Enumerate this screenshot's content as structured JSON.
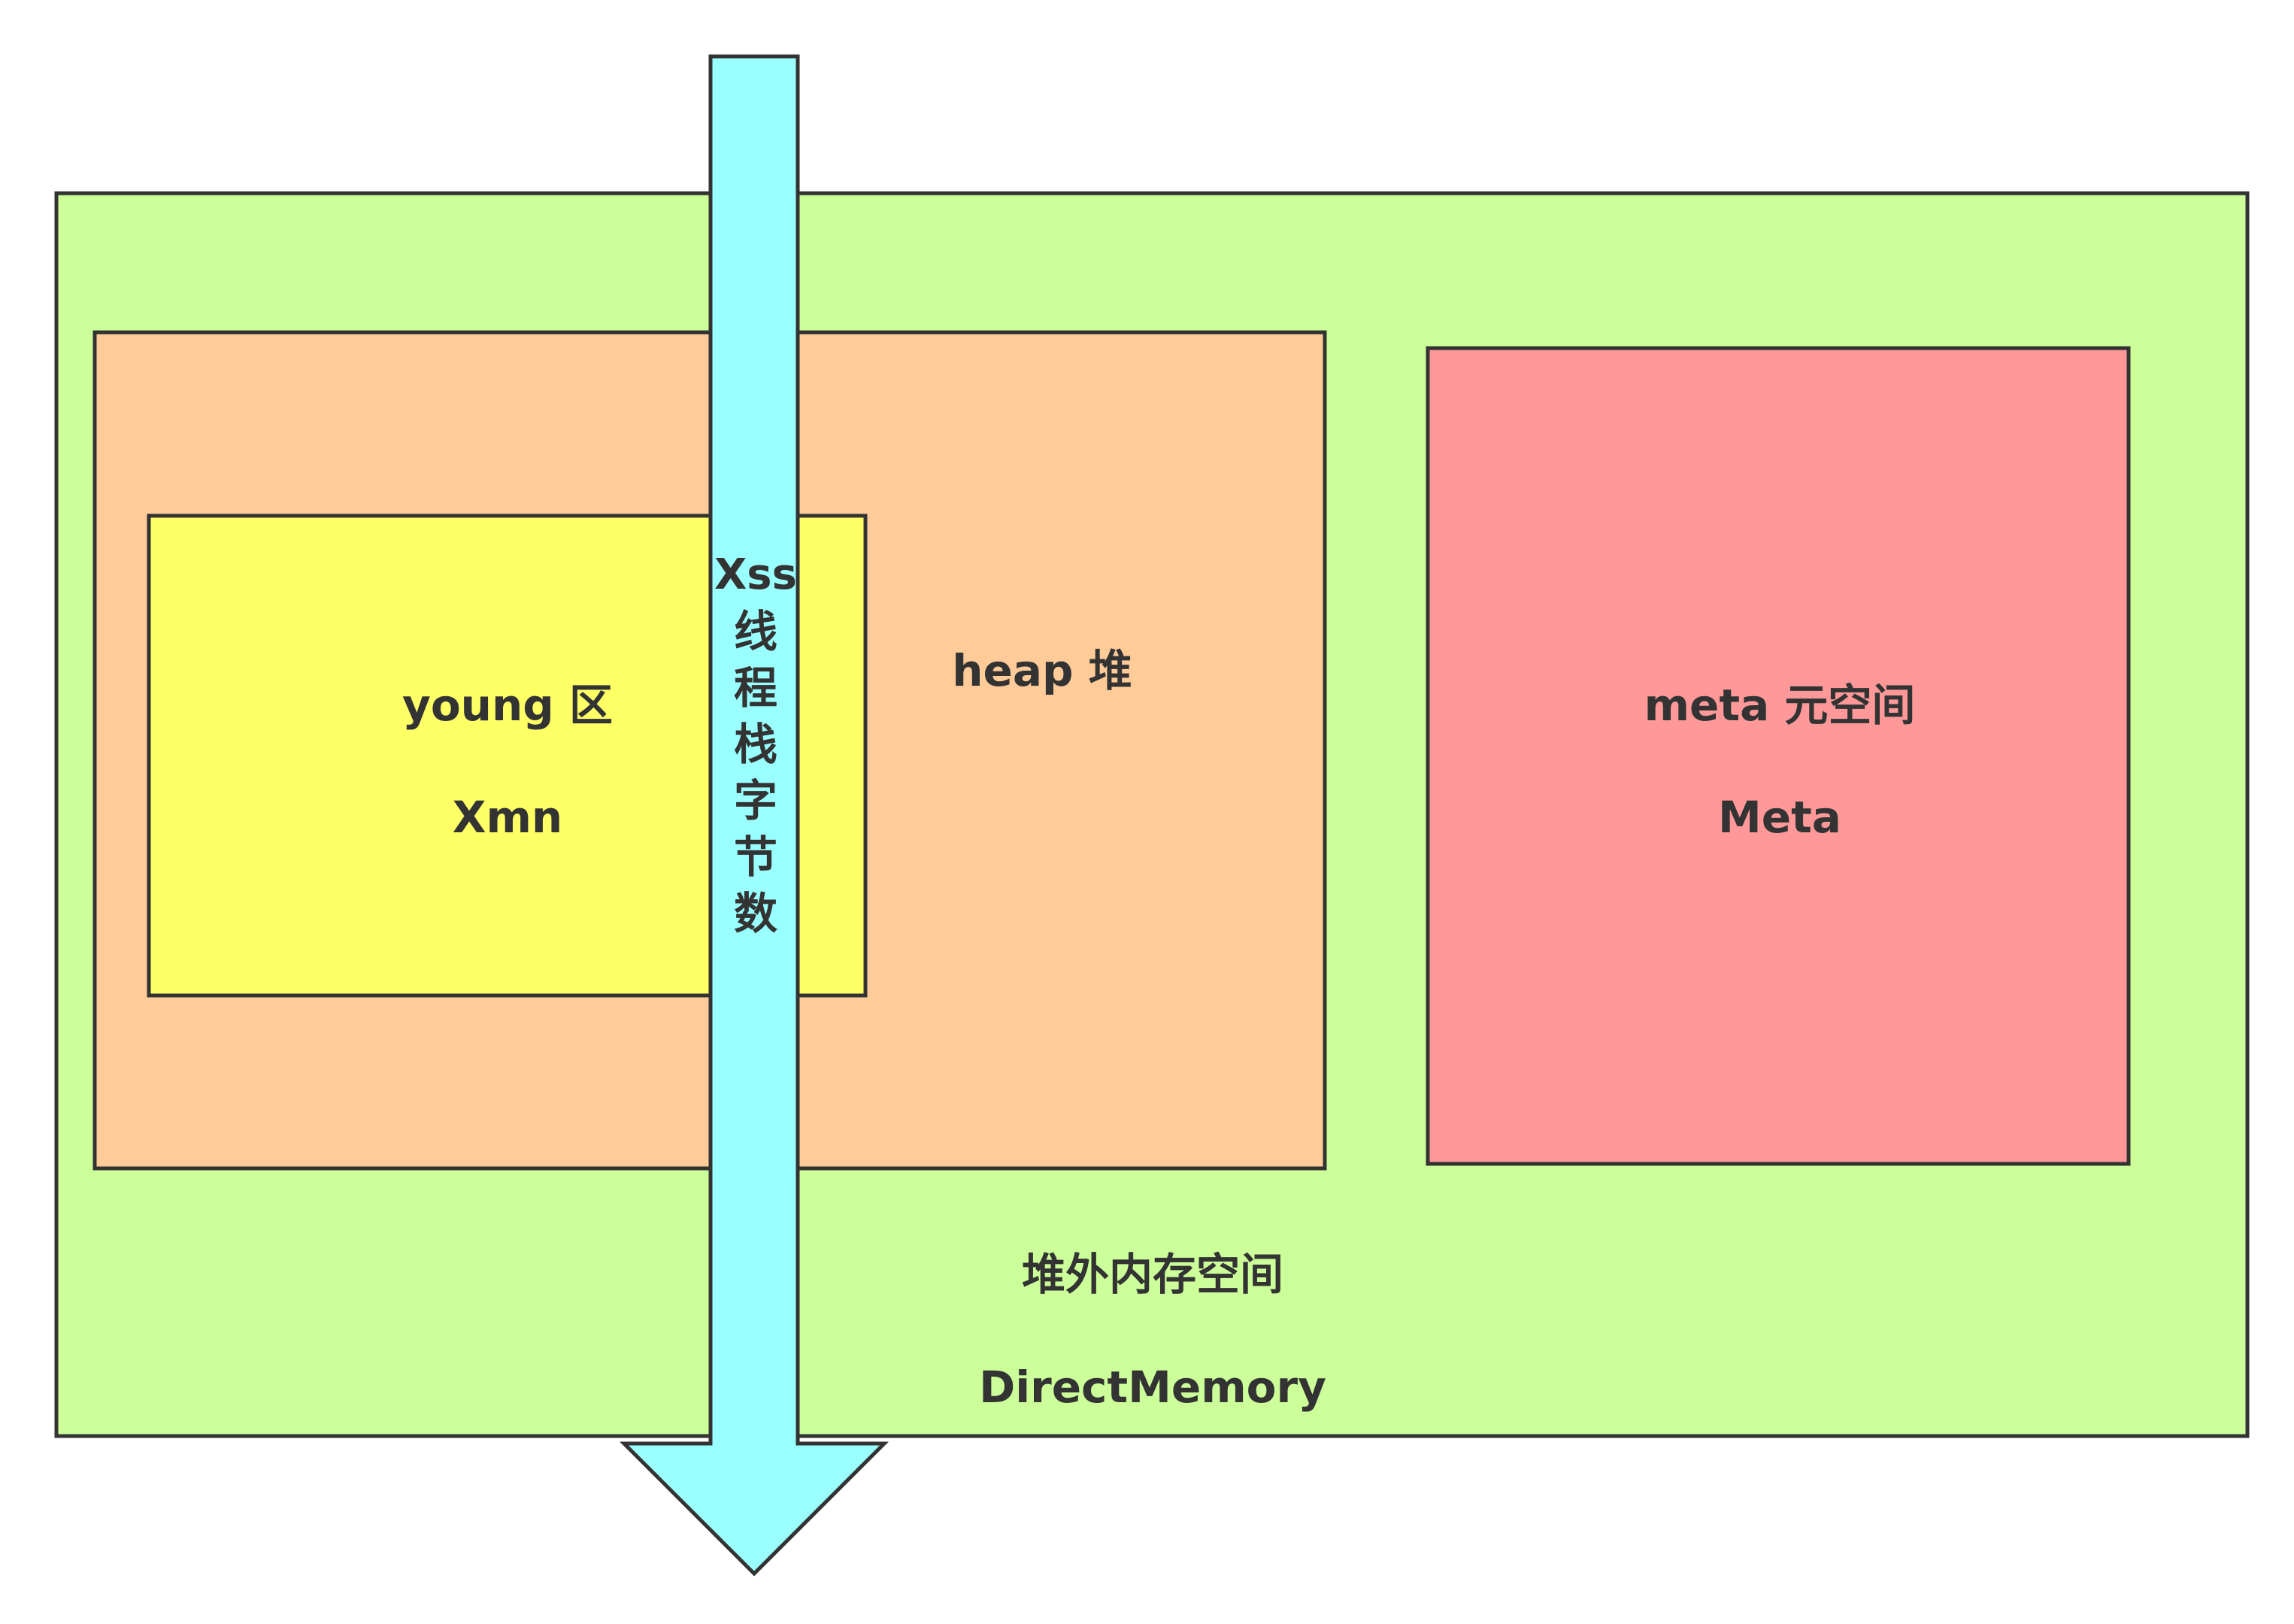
{
  "regions": {
    "direct_memory": {
      "title": "堆外内存空间",
      "name": "DirectMemory",
      "color": "#ccff99"
    },
    "heap": {
      "title": "heap 堆",
      "color": "#ffcc99"
    },
    "young": {
      "title": "young 区",
      "name": "Xmn",
      "color": "#ffff66"
    },
    "meta": {
      "title": "meta 元空间",
      "name": "Meta",
      "color": "#ff9999"
    }
  },
  "stack_arrow": {
    "label_latin": "Xss",
    "label_chars": [
      "线",
      "程",
      "栈",
      "字",
      "节",
      "数"
    ],
    "color": "#99ffff"
  },
  "border_color": "#333333"
}
